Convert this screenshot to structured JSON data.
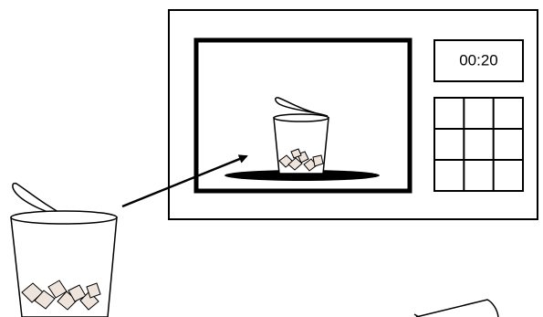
{
  "microwave": {
    "timer": "00:20",
    "keypad": {
      "rows": 3,
      "columns": 3
    }
  },
  "colors": {
    "stroke": "#000000",
    "background": "#ffffff",
    "ice_fill": "#efe4dc",
    "turntable": "#000000"
  },
  "icons": [
    "cup-with-spoon-icon",
    "ice-cubes-icon",
    "arrow-icon",
    "microwave-icon",
    "keypad-icon"
  ]
}
